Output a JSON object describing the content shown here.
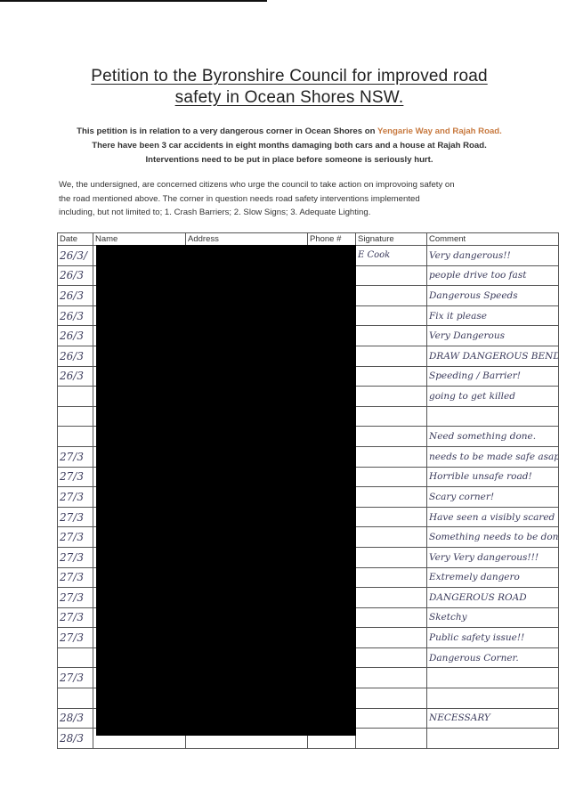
{
  "title": {
    "line1": "Petition to the Byronshire Council for improved road",
    "line2": "safety in Ocean Shores NSW."
  },
  "intro": {
    "line1_prefix": "This petition is in relation to a very dangerous corner in Ocean Shores on ",
    "line1_highlight": "Yengarie Way and Rajah Road",
    "line1_suffix": ".",
    "line2": "There have been 3 car accidents in eight months damaging both cars and a house at  Rajah Road.",
    "line3": "Interventions need to be put in place before someone is seriously hurt."
  },
  "body": {
    "line1": "We, the undersigned, are concerned citizens who urge the council to take action on improvoing safety on",
    "line2": "the road mentioned above. The corner in question needs road safety interventions implemented",
    "line3": "including, but not limited to; 1. Crash Barriers; 2. Slow Signs; 3. Adequate Lighting."
  },
  "table": {
    "headers": {
      "date": "Date",
      "name": "Name",
      "address": "Address",
      "phone": "Phone #",
      "signature": "Signature",
      "comment": "Comment"
    },
    "rows": [
      {
        "date": "26/3/",
        "signature": "E Cook",
        "comment": "Very dangerous!!"
      },
      {
        "date": "26/3",
        "signature": "",
        "comment": "people drive too fast"
      },
      {
        "date": "26/3",
        "signature": "",
        "comment": "Dangerous Speeds"
      },
      {
        "date": "26/3",
        "signature": "",
        "comment": "Fix it please"
      },
      {
        "date": "26/3",
        "signature": "",
        "comment": "Very Dangerous"
      },
      {
        "date": "26/3",
        "signature": "",
        "comment": "DRAW DANGEROUS BEND!"
      },
      {
        "date": "26/3",
        "signature": "",
        "comment": "Speeding / Barrier!"
      },
      {
        "date": "",
        "signature": "",
        "comment": "going to get killed"
      },
      {
        "date": "",
        "signature": "",
        "comment": ""
      },
      {
        "date": "",
        "signature": "",
        "comment": "Need something done."
      },
      {
        "date": "27/3",
        "signature": "",
        "comment": "needs to be made safe asap."
      },
      {
        "date": "27/3",
        "signature": "",
        "comment": "Horrible unsafe road!"
      },
      {
        "date": "27/3",
        "signature": "",
        "comment": "Scary corner!"
      },
      {
        "date": "27/3",
        "signature": "",
        "comment": "Have seen a visibly scared"
      },
      {
        "date": "27/3",
        "signature": "",
        "comment": "Something needs to be done"
      },
      {
        "date": "27/3",
        "signature": "",
        "comment": "Very Very dangerous!!!"
      },
      {
        "date": "27/3",
        "signature": "",
        "comment": "Extremely dangero"
      },
      {
        "date": "27/3",
        "signature": "",
        "comment": "DANGEROUS ROAD"
      },
      {
        "date": "27/3",
        "signature": "",
        "comment": "Sketchy"
      },
      {
        "date": "27/3",
        "signature": "",
        "comment": "Public safety issue!!"
      },
      {
        "date": "",
        "signature": "",
        "comment": "Dangerous Corner."
      },
      {
        "date": "27/3",
        "signature": "",
        "comment": ""
      },
      {
        "date": "",
        "signature": "",
        "comment": ""
      },
      {
        "date": "28/3",
        "signature": "",
        "comment": "NECESSARY"
      },
      {
        "date": "28/3",
        "signature": "",
        "comment": ""
      }
    ]
  }
}
